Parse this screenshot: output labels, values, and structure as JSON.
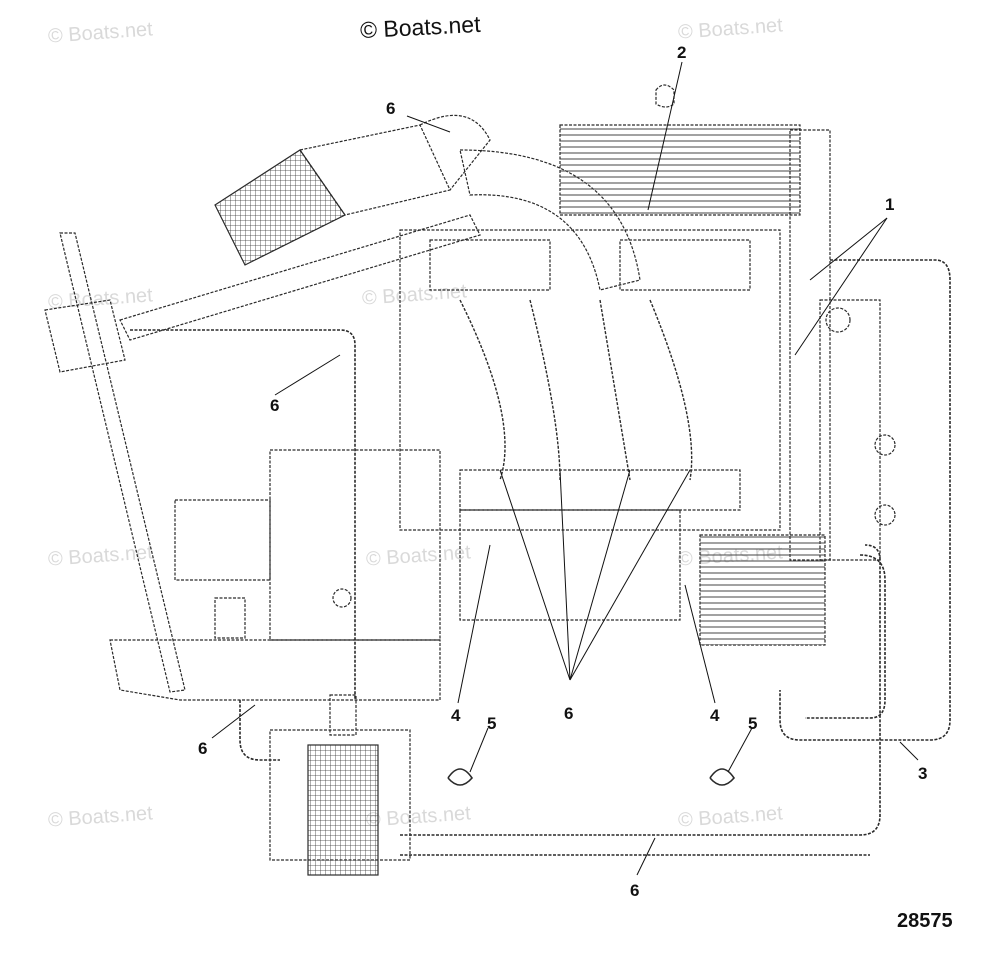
{
  "copyright_text": "© Boats.net",
  "watermark_text": "© Boats.net",
  "diagram_id": "28575",
  "callouts": [
    "1",
    "2",
    "3",
    "4",
    "4",
    "5",
    "5",
    "6",
    "6",
    "6",
    "6",
    "6"
  ]
}
